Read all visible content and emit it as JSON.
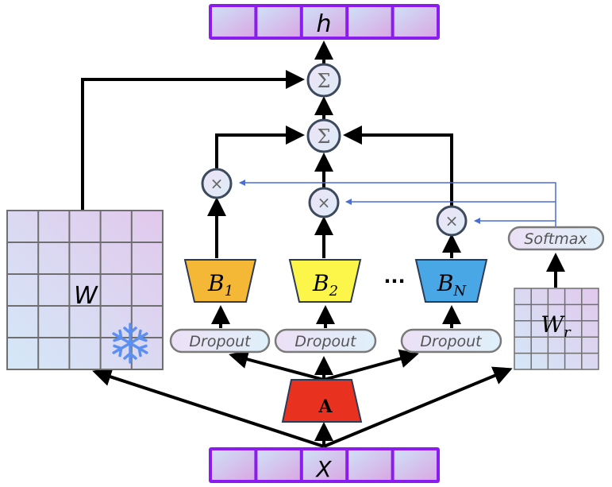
{
  "output_vector": {
    "label": "h",
    "cells": 5
  },
  "input_vector": {
    "label": "X",
    "cells": 5
  },
  "frozen_weight": {
    "label": "W",
    "rows": 5,
    "cols": 5,
    "frozen_icon": "snowflake-icon"
  },
  "router_weight": {
    "label": "W",
    "subscript": "r",
    "rows": 5,
    "cols": 5
  },
  "softmax": {
    "label": "Softmax"
  },
  "shared_a": {
    "label": "A",
    "color": "#e8321f"
  },
  "experts": [
    {
      "label": "B",
      "subscript": "1",
      "color": "#f5b836"
    },
    {
      "label": "B",
      "subscript": "2",
      "color": "#fdf64a"
    },
    {
      "label": "B",
      "subscript": "N",
      "color": "#4aa7e6"
    }
  ],
  "ellipsis": "···",
  "dropout": {
    "label": "Dropout"
  },
  "sum_op": "Σ",
  "mul_op": "×",
  "colors": {
    "vector_border": "#8b1cf0",
    "grid_line": "#6f6f6f",
    "node_border": "#3d4a5c",
    "router_line": "#4a6fd0",
    "snowflake": "#5b8ff0"
  }
}
